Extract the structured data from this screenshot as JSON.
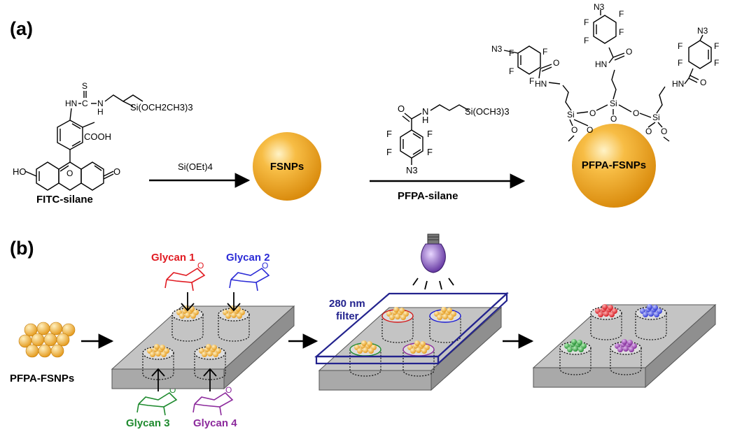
{
  "panel_a": {
    "label": "(a)",
    "fitc": {
      "name": "FITC-silane",
      "silyl": "Si(OCH2CH3)3",
      "cooh": "COOH",
      "ho": "HO",
      "o_ketone": "O",
      "o_ring": "O",
      "s": "S",
      "c": "C",
      "hn": "HN",
      "nh": "N",
      "h": "H"
    },
    "arrow1_label": "Si(OEt)4",
    "fsnps_label": "FSNPs",
    "pfpa": {
      "name": "PFPA-silane",
      "silyl": "Si(OCH3)3",
      "o": "O",
      "nh": "N",
      "h": "H",
      "f": "F",
      "n3": "N3"
    },
    "pfpa_fsnps_label": "PFPA-FSNPs",
    "surface": {
      "si": "Si",
      "o": "O",
      "hn": "HN",
      "f": "F",
      "n3": "N3"
    }
  },
  "panel_b": {
    "label": "(b)",
    "particles_label": "PFPA-FSNPs",
    "glycans": [
      {
        "label": "Glycan 1",
        "color": "#e11b22"
      },
      {
        "label": "Glycan 2",
        "color": "#2b2bd6"
      },
      {
        "label": "Glycan 3",
        "color": "#1e8a2e"
      },
      {
        "label": "Glycan 4",
        "color": "#8c2a9c"
      }
    ],
    "filter_label_line1": "280 nm",
    "filter_label_line2": "filter",
    "filter_color": "#23238e",
    "particle_color": "#f2a31b",
    "slab_color": "#b9b9b9"
  }
}
